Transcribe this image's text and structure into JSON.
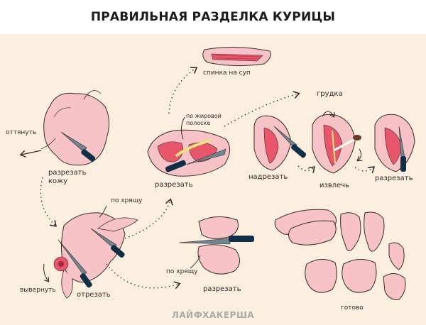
{
  "title": "ПРАВИЛЬНАЯ РАЗДЕЛКА КУРИЦЫ",
  "labels": {
    "spinka": "спинка на суп",
    "grudka": "грудка",
    "ottyanut": "оттянуть",
    "razrezat_kozhu": "разрезать кожу",
    "po_zhirovoy": "по жировой полоске",
    "razrezat_mid": "разрезать",
    "nadrezat": "надрезать",
    "izvlech": "извлечь",
    "razrezat_breast": "разрезать",
    "po_hrebtu_top": "по хрящу",
    "vyvernut": "вывернуть",
    "otrezat": "отрезать",
    "po_hrebtu_bottom": "по хрящу",
    "razrezat_bottom": "разрезать",
    "gotovo": "готово"
  },
  "watermark": "ЛАЙФХАКЕРША",
  "colors": {
    "background": "#fcefdf",
    "header_bg": "#ffffff",
    "chicken_pink": "#f7c3c6",
    "meat_red": "#e8566b",
    "knife_blade": "#6f8691",
    "knife_handle": "#0f2f47",
    "fat_yellow": "#f2e27a",
    "outline": "#3a2a2a"
  },
  "icons": [
    "knife-icon",
    "arrow-icon",
    "dotted-arrow-icon",
    "chicken-carcass",
    "breast-piece",
    "drumstick-piece"
  ]
}
